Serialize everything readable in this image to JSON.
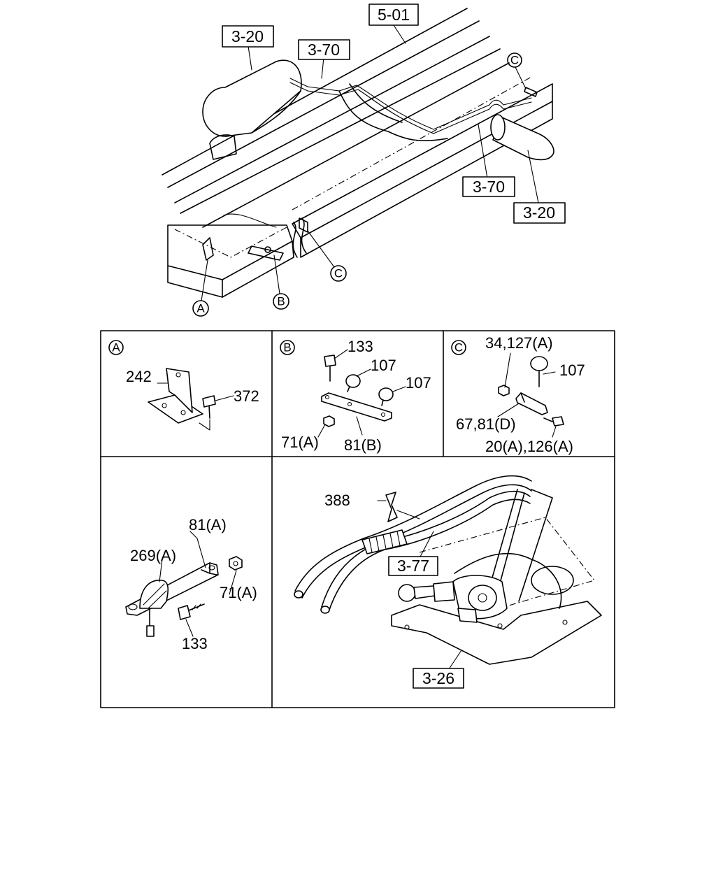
{
  "overview": {
    "ref_5_01": "5-01",
    "ref_3_20_left": "3-20",
    "ref_3_70_top": "3-70",
    "ref_c_top": "C",
    "ref_3_70_right": "3-70",
    "ref_3_20_right": "3-20",
    "ref_a": "A",
    "ref_b": "B",
    "ref_c_bottom": "C"
  },
  "panel_a": {
    "tag": "A",
    "part_242": "242",
    "part_372": "372"
  },
  "panel_b": {
    "tag": "B",
    "part_133": "133",
    "part_107_a": "107",
    "part_107_b": "107",
    "part_71a": "71(A)",
    "part_81b": "81(B)"
  },
  "panel_c": {
    "tag": "C",
    "part_34_127a": "34,127(A)",
    "part_107": "107",
    "part_67_81d": "67,81(D)",
    "part_20a_126a": "20(A),126(A)"
  },
  "panel_d": {
    "part_81a": "81(A)",
    "part_269a": "269(A)",
    "part_71a": "71(A)",
    "part_133": "133"
  },
  "panel_e": {
    "part_388": "388",
    "ref_3_77": "3-77",
    "ref_3_26": "3-26"
  }
}
